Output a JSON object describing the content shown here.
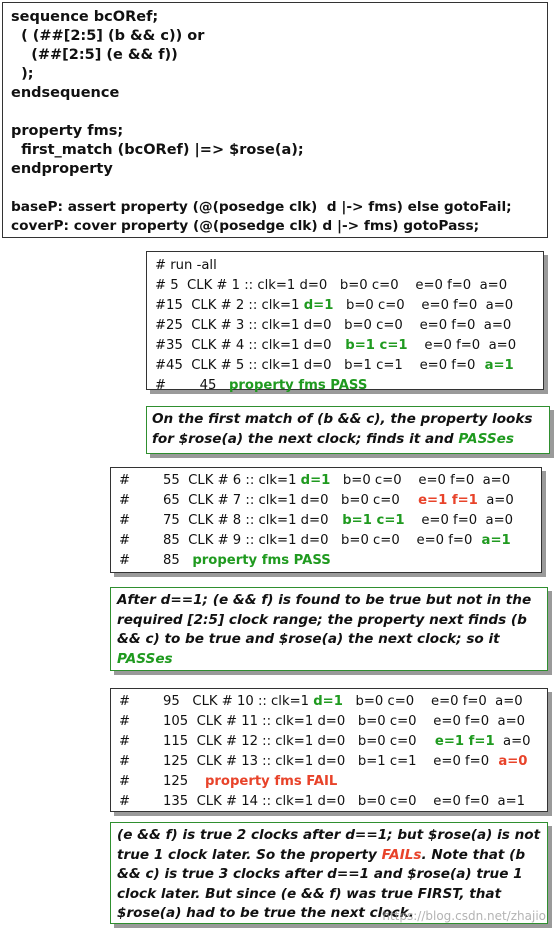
{
  "code_block": {
    "lines": [
      "sequence bcORef;",
      "  ( (##[2:5] (b && c)) or",
      "    (##[2:5] (e && f))",
      "  );",
      "endsequence",
      "",
      "property fms;",
      "  first_match (bcORef) |=> $rose(a);",
      "endproperty",
      "",
      "baseP: assert property (@(posedge clk)  d |-> fms) else gotoFail;",
      "coverP: cover property (@(posedge clk) d |-> fms) gotoPass;"
    ]
  },
  "sim1": {
    "header": "# run -all",
    "rows": [
      {
        "p": "# 5  CLK # 1 :: clk=1 ",
        "d": "d=0",
        "bc": "   b=0 c=0",
        "ef": "    e=0 f=0",
        "a": "  a=0"
      },
      {
        "p": "#15  CLK # 2 :: clk=1 ",
        "d": "d=1",
        "bc": "   b=0 c=0",
        "ef": "    e=0 f=0",
        "a": "  a=0"
      },
      {
        "p": "#25  CLK # 3 :: clk=1 ",
        "d": "d=0",
        "bc": "   b=0 c=0",
        "ef": "    e=0 f=0",
        "a": "  a=0"
      },
      {
        "p": "#35  CLK # 4 :: clk=1 ",
        "d": "d=0",
        "bc": "   b=1 c=1",
        "ef": "    e=0 f=0",
        "a": "  a=0"
      },
      {
        "p": "#45  CLK # 5 :: clk=1 ",
        "d": "d=0",
        "bc": "   b=1 c=1",
        "ef": "    e=0 f=0",
        "a": "  a=1"
      }
    ],
    "result_prefix": "#        45   ",
    "result": "property fms PASS"
  },
  "note1": {
    "text": "On the first match of (b && c), the property looks for $rose(a) the next clock; finds it and ",
    "highlight": "PASSes"
  },
  "sim2": {
    "rows": [
      {
        "t": "55",
        "p": "CLK # 6 :: clk=1 ",
        "d": "d=1",
        "bc": "   b=0 c=0",
        "ef": "    e=0 f=0",
        "a": "  a=0"
      },
      {
        "t": "65",
        "p": "CLK # 7 :: clk=1 ",
        "d": "d=0",
        "bc": "   b=0 c=0",
        "ef": "    e=1 f=1",
        "a": "  a=0"
      },
      {
        "t": "75",
        "p": "CLK # 8 :: clk=1 ",
        "d": "d=0",
        "bc": "   b=1 c=1",
        "ef": "    e=0 f=0",
        "a": "  a=0"
      },
      {
        "t": "85",
        "p": "CLK # 9 :: clk=1 ",
        "d": "d=0",
        "bc": "   b=0 c=0",
        "ef": "    e=0 f=0",
        "a": "  a=1"
      }
    ],
    "result_time": "85",
    "result": "property fms PASS"
  },
  "note2": {
    "text": "After d==1; (e && f) is found to be true but not in the required [2:5] clock range; the property next finds (b && c) to be true and $rose(a) the next clock; so it ",
    "highlight": "PASSes"
  },
  "sim3": {
    "rows": [
      {
        "t": "95",
        "p": "CLK # 10 :: clk=1 ",
        "d": "d=1",
        "bc": "   b=0 c=0",
        "ef": "    e=0 f=0",
        "a": "  a=0"
      },
      {
        "t": "105",
        "p": "CLK # 11 :: clk=1 ",
        "d": "d=0",
        "bc": "   b=0 c=0",
        "ef": "    e=0 f=0",
        "a": "  a=0"
      },
      {
        "t": "115",
        "p": "CLK # 12 :: clk=1 ",
        "d": "d=0",
        "bc": "   b=0 c=0",
        "ef": "    e=1 f=1",
        "a": "  a=0"
      },
      {
        "t": "125",
        "p": "CLK # 13 :: clk=1 ",
        "d": "d=0",
        "bc": "   b=1 c=1",
        "ef": "    e=0 f=0",
        "a": "  a=0"
      },
      {
        "t": "125",
        "p": "",
        "d": "",
        "bc": "",
        "ef": "",
        "a": ""
      },
      {
        "t": "135",
        "p": "CLK # 14 :: clk=1 ",
        "d": "d=0",
        "bc": "   b=0 c=0",
        "ef": "    e=0 f=0",
        "a": "  a=1"
      }
    ],
    "fail_text": "property fms FAIL"
  },
  "note3": {
    "before": "(e && f) is true 2 clocks after d==1; but $rose(a) is not true 1 clock later. So the property ",
    "highlight": "FAILs",
    "after": ". Note that (b && c) is true 3 clocks after d==1 and $rose(a) true 1 clock later. But since (e && f) was true FIRST, that $rose(a) had to be true the next clock."
  },
  "watermark": "https://blog.csdn.net/zhajio",
  "colors": {
    "green": "#1f9a1f",
    "red": "#e8432a",
    "note_border": "#2f8f2f"
  }
}
